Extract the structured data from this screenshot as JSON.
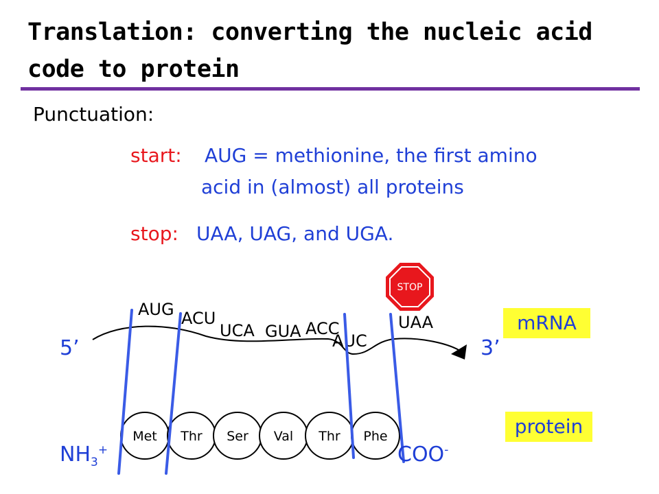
{
  "title": "Translation: converting the nucleic acid code to protein",
  "punctuation_label": "Punctuation:",
  "start": {
    "label": "start:",
    "line1": "AUG = methionine, the first amino",
    "line2": "acid in (almost) all proteins"
  },
  "stop": {
    "label": "stop:",
    "text": "UAA, UAG, and UGA."
  },
  "diagram": {
    "stop_sign": "STOP",
    "five_prime": "5’",
    "three_prime": "3’",
    "mrna_label": "mRNA",
    "protein_label": "protein",
    "n_terminus": {
      "base": "NH",
      "sub": "3",
      "sup": "+"
    },
    "c_terminus": {
      "base": "COO",
      "sup": "-"
    },
    "codons": [
      "AUG",
      "ACU",
      "UCA",
      "GUA",
      "ACC",
      "AUC",
      "UAA"
    ],
    "amino_acids": [
      "Met",
      "Thr",
      "Ser",
      "Val",
      "Thr",
      "Phe"
    ],
    "colors": {
      "accent": "#1f3fd6",
      "stop_red": "#e8171d",
      "highlight": "#ffff33",
      "rule": "#7030a0"
    }
  }
}
